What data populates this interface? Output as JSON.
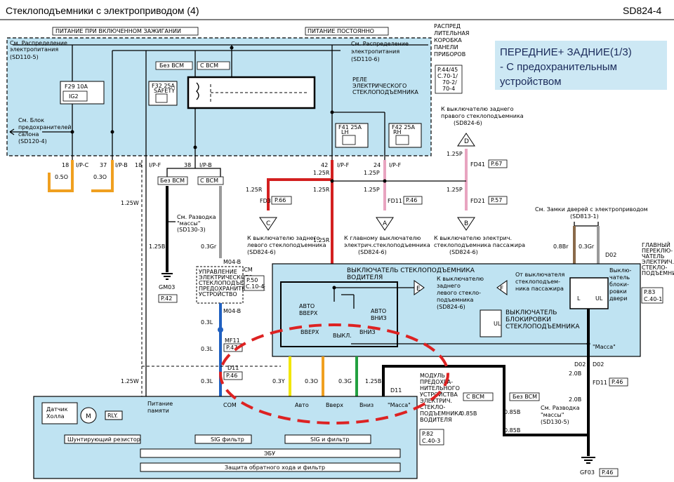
{
  "header": {
    "title": "Стеклоподъемники  с электроприводом (4)",
    "code": "SD824-4"
  },
  "top": {
    "ign_power": "ПИТАНИЕ ПРИ ВКЛЮЧЕННОМ ЗАЖИГАНИИ",
    "const_power": "ПИТАНИЕ ПОСТОЯННО",
    "jb": [
      "РАСПРЕД",
      "ЛИТЕЛЬНАЯ",
      "КОРОБКА",
      "ПАНЕЛИ",
      "ПРИБОРОВ"
    ],
    "jb_pages": [
      "P.44/45",
      "C.70-1/",
      "70-2/",
      "70-4"
    ]
  },
  "note": {
    "line1": "ПЕРЕДНИЕ+ ЗАДНИЕ(1/3)",
    "line2": "- С предохранительным",
    "line3": "устройством"
  },
  "fuse_box": {
    "see_power_dist_left": [
      "См. Распределение",
      "электропитания",
      "(SD110-5)"
    ],
    "see_power_dist_right": [
      "См. Распределение",
      "электропитания",
      "(SD110-6)"
    ],
    "see_fuse_block": [
      "См. Блок",
      "предохранителей",
      "салона",
      "(SD120-4)"
    ],
    "f29": "F29 10A",
    "ig2": "IG2",
    "f32": "F32 25A",
    "safety": "SAFETY",
    "without_bcm": "Без BCM",
    "with_bcm": "С BCM",
    "relay": [
      "РЕЛЕ",
      "ЭЛЕКТРИЧЕСКОГО",
      "СТЕКЛОПОДЪЕМНИКА"
    ],
    "f41": "F41 25A",
    "f41b": "LH",
    "f42": "F42 25A",
    "f42b": "RH"
  },
  "pins": {
    "p18a": "18",
    "ipc": "I/P-C",
    "p37": "37",
    "ipb": "I/P-B",
    "p18b": "18",
    "ipf": "I/P-F",
    "p38": "38",
    "ipb2": "I/P-B",
    "p42": "42",
    "ipf2": "I/P-F",
    "p24": "24",
    "ipf3": "I/P-F"
  },
  "wires": {
    "w05o": "0.5O",
    "w03o": "0.3O",
    "w125w": "1.25W",
    "w125b": "1.25B",
    "w03gr": "0.3Gr",
    "w125r": "1.25R",
    "w125p": "1.25P",
    "w03l": "0.3L",
    "w03y": "0.3Y",
    "w03o2": "0.3O",
    "w03g": "0.3G",
    "w125b2": "1.25B",
    "w08br": "0.8Br",
    "w03gr2": "0.3Gr",
    "w20b": "2.0B",
    "w085b": "0.85B"
  },
  "bcm_area": {
    "without_bcm": "Без BCM",
    "with_bcm": "С BCM",
    "see_ground": [
      "См. Разводка",
      "\"массы\"",
      "(SD130-3)"
    ],
    "gm03": "GM03",
    "p42": "P.42",
    "m04b": "M04-B",
    "bcm": "BCM",
    "p50": "P.50",
    "c104": "C.10-4",
    "module": [
      "УПРАВЛЕНИЕ",
      "ЭЛЕКТРИЧЕСКОГО",
      "СТЕКЛОПОДЪЕМНИКА",
      "ПРЕДОХРАНИТЕЛЬНОЕ",
      "УСТРОЙСТВО"
    ],
    "m04b2": "M04-B",
    "mf11": "MF11",
    "p47": "P.47",
    "d11": "D11",
    "p46": "P.46"
  },
  "connectors": {
    "fd31": "FD31",
    "p66": "P.66",
    "fd11": "FD11",
    "p46": "P.46",
    "fd41": "FD41",
    "p67": "P.67",
    "fd21": "FD21",
    "p57": "P.57"
  },
  "refs": {
    "c_text": [
      "К выключателю заднего",
      "левого стеклоподъемника",
      "(SD824-6)"
    ],
    "a_text": [
      "К главному выключателю",
      "электрич.стеклоподъемника",
      "(SD824-6)"
    ],
    "b_text": [
      "К выключателю электрич.",
      "стеклоподъемника пассажира",
      "(SD824-6)"
    ],
    "d_text": [
      "К выключателю заднего",
      "правого стеклоподъемника",
      "(SD824-6)"
    ],
    "locks": "См. Замки дверей с электроприводом",
    "locks_ref": "(SD813-1)",
    "main_sw": [
      "ГЛАВНЫЙ",
      "ПЕРЕКЛЮ-",
      "ЧАТЕЛЬ",
      "ЭЛЕКТРИЧ.",
      "СТЕКЛО-",
      "ПОДЪЕМНИКА"
    ]
  },
  "switch": {
    "title": [
      "ВЫКЛЮЧАТЕЛЬ СТЕКЛОПОДЪЕМНИКА",
      "ВОДИТЕЛЯ"
    ],
    "auto_up": [
      "АВТО",
      "ВВЕРХ"
    ],
    "up": "ВВЕРХ",
    "off": "ВЫКЛ.",
    "auto_down": [
      "АВТО",
      "ВНИЗ"
    ],
    "down": "ВНИЗ",
    "e_text": [
      "К выключателю",
      "заднего",
      "левого стекло-",
      "подъемника",
      "(SD824-6)"
    ],
    "f_text": [
      "От выключателя",
      "стеклоподъем-",
      "ника пассажира"
    ],
    "lock_sw": [
      "ВЫКЛЮЧАТЕЛЬ",
      "БЛОКИРОВКИ",
      "СТЕКЛОПОДЪЕМНИКА"
    ],
    "door_lock": [
      "Выклю-",
      "чатель",
      "блоки-",
      "ровки",
      "двери"
    ],
    "mass": "\"Масса\"",
    "p83": "P.83",
    "c401": "C.40-1",
    "d02": "D02",
    "l": "L",
    "ul": "UL",
    "ul2": "UL"
  },
  "labels": {
    "e": "E",
    "f": "F",
    "a": "A",
    "b": "B",
    "c": "C",
    "d": "D"
  },
  "module": {
    "hall": [
      "Датчик",
      "Холла"
    ],
    "m": "M",
    "rly": "RLY.",
    "shunt": "Шунтирующий резистор",
    "mem": [
      "Питание",
      "памяти"
    ],
    "com": "COM",
    "auto": "Авто",
    "up": "Вверх",
    "down": "Вниз",
    "mass": "\"Масса\"",
    "sig1": "SIG фильтр",
    "sig2": "SIG и фильтр",
    "ecu": "ЭБУ",
    "protect": "Защита обратного хода и фильтр",
    "title": [
      "МОДУЛЬ",
      "ПРЕДОХРА-",
      "НИТЕЛЬНОГО",
      "УСТРОЙСТВА",
      "ЭЛЕКТРИЧ.",
      "СТЕКЛО-",
      "ПОДЪЕМНИКА",
      "ВОДИТЕЛЯ"
    ],
    "p82": "P.82",
    "c403": "C.40-3",
    "d11": "D11",
    "with_bcm": "С BCM",
    "without_bcm": "Без BCM",
    "see_ground": [
      "См. Разводка",
      "\"массы\"",
      "(SD130-5)"
    ],
    "gf03": "GF03",
    "p46": "P.46",
    "fd11": "FD11",
    "p46b": "P.46",
    "d02": "D02"
  },
  "colors": {
    "panel": "#bfe3f2",
    "red": "#d32020",
    "orange": "#f0a020",
    "pink": "#e8a4c0",
    "grey": "#9a9a9a",
    "yellow": "#f2e600",
    "green": "#22a040",
    "brown": "#8a6a4a",
    "blue": "#2060c0",
    "highlight": "#dd2222"
  }
}
